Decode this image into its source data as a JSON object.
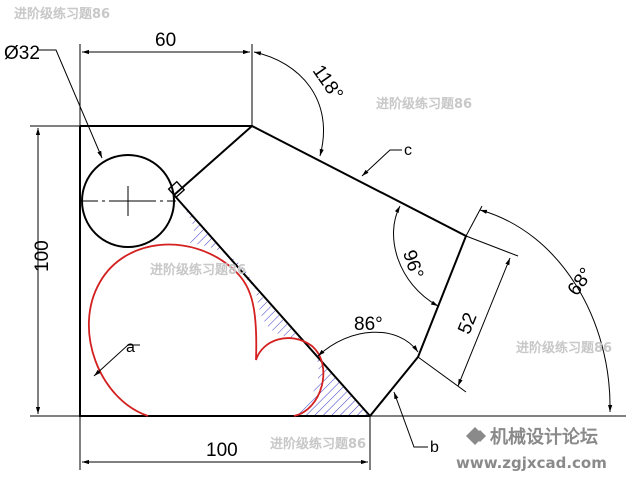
{
  "watermarks": [
    "进阶级练习题86",
    "进阶级练习题86",
    "进阶级练习题86",
    "进阶级练习题86",
    "进阶级练习题86"
  ],
  "dims": {
    "d32": "Ø32",
    "d60": "60",
    "d100_left": "100",
    "d100_bottom": "100",
    "a118": "118°",
    "a96": "96°",
    "a86": "86°",
    "a68": "68°",
    "d52": "52"
  },
  "labels": {
    "a": "a",
    "b": "b",
    "c": "c"
  },
  "logo": {
    "title": "机械设计论坛",
    "url": "www.zgjxcad.com"
  },
  "colors": {
    "outline": "#000000",
    "heart": "#d42020",
    "hatch": "#3a3ac8",
    "watermark": "#c8c8c8"
  }
}
